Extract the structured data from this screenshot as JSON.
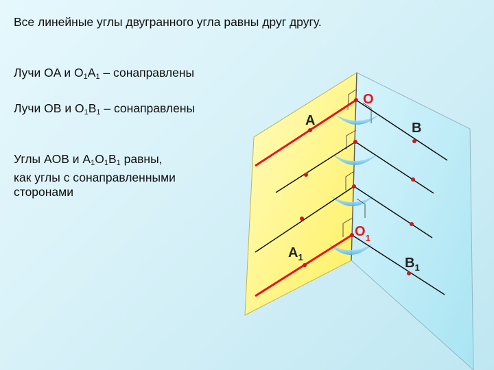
{
  "title": "Все линейные углы двугранного угла равны друг другу.",
  "statement1": {
    "pre": "Лучи OA и O",
    "s1": "1",
    "mid": "A",
    "s2": "1",
    "post": " – сонаправлены"
  },
  "statement2": {
    "pre": "Лучи OB и O",
    "s1": "1",
    "mid": "B",
    "s2": "1",
    "post": " – сонаправлены"
  },
  "statement3": {
    "line1_pre": "Углы AOB и A",
    "s1": "1",
    "line1_mid1": "O",
    "s2": "1",
    "line1_mid2": "B",
    "s3": "1",
    "line1_post": " равны,",
    "line2": "как углы с сонаправленными",
    "line3": "сторонами"
  },
  "labels": {
    "O": "O",
    "A": "A",
    "B": "B",
    "O1": "O",
    "O1_sub": "1",
    "A1": "A",
    "A1_sub": "1",
    "B1": "B",
    "B1_sub": "1"
  },
  "colors": {
    "left_plane": "#ffff9a",
    "right_plane": "#b6ebf6",
    "ray_red": "#e8141c",
    "ray_black": "#111111",
    "label_red": "#e8141c",
    "label_dark": "#222222",
    "arc_fill": "#72c6f0"
  }
}
